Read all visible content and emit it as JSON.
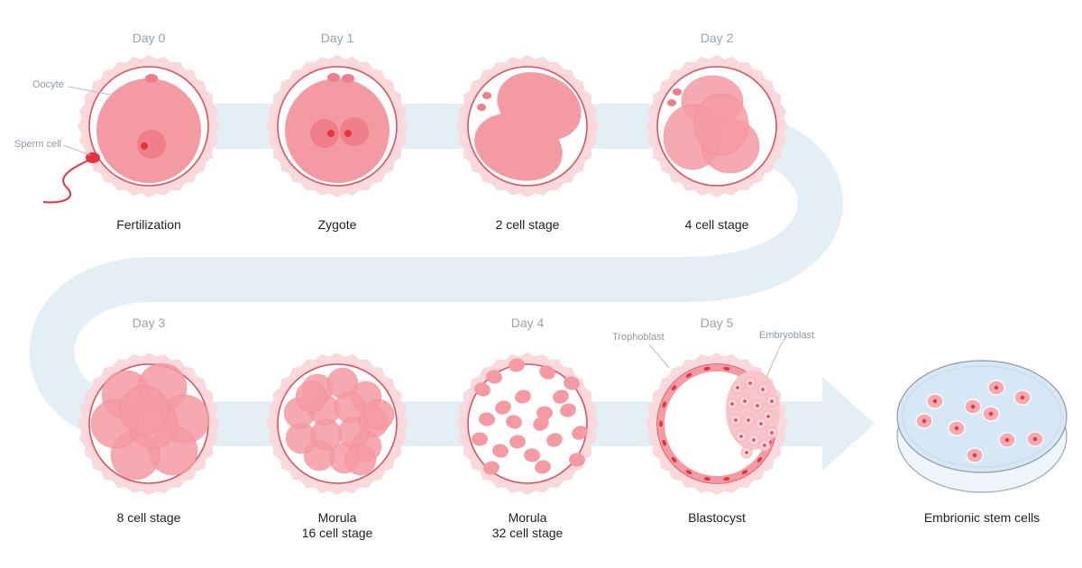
{
  "stages": [
    {
      "day": "Day 0",
      "name": "Fertilization",
      "name2": ""
    },
    {
      "day": "Day 1",
      "name": "Zygote",
      "name2": ""
    },
    {
      "day": "",
      "name": "2 cell stage",
      "name2": ""
    },
    {
      "day": "Day 2",
      "name": "4 cell stage",
      "name2": ""
    },
    {
      "day": "Day 3",
      "name": "8 cell stage",
      "name2": ""
    },
    {
      "day": "",
      "name": "Morula",
      "name2": "16 cell stage"
    },
    {
      "day": "Day 4",
      "name": "Morula",
      "name2": "32 cell stage"
    },
    {
      "day": "Day 5",
      "name": "Blastocyst",
      "name2": ""
    }
  ],
  "final": {
    "name": "Embrionic stem cells"
  },
  "annotations": {
    "oocyte": "Oocyte",
    "sperm": "Sperm cell",
    "trophoblast": "Trophoblast",
    "embryoblast": "Embryoblast"
  },
  "colors": {
    "path": "#e4eef5",
    "zona": "#f9d9dc",
    "membrane": "#d9545f",
    "cell": "#f49aa3",
    "cell_dark": "#ef7f8a",
    "nucleus": "#e8323f",
    "dish": "#dceaf6"
  }
}
